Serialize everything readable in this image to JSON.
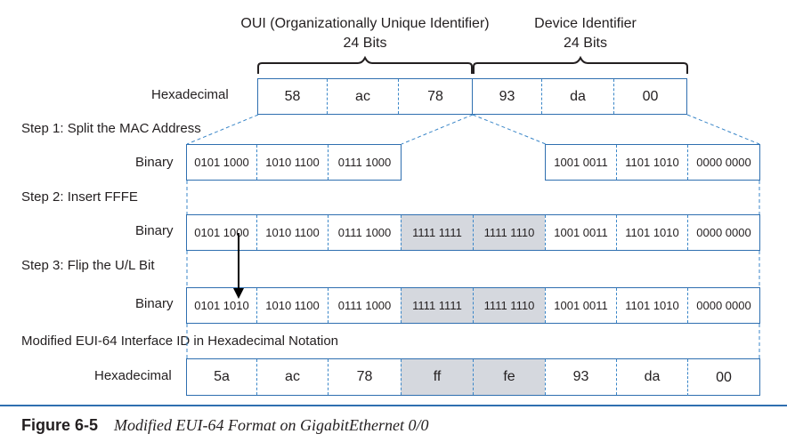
{
  "header": {
    "oui_title": "OUI (Organizationally Unique Identifier)",
    "oui_bits": "24 Bits",
    "device_title": "Device Identifier",
    "device_bits": "24 Bits"
  },
  "rows": {
    "hex_label": "Hexadecimal",
    "hex_values": [
      "58",
      "ac",
      "78",
      "93",
      "da",
      "00"
    ],
    "step1": "Step 1: Split the MAC Address",
    "binary_label": "Binary",
    "split_left": [
      "0101 1000",
      "1010 1100",
      "0111 1000"
    ],
    "split_right": [
      "1001 0011",
      "1101 1010",
      "0000 0000"
    ],
    "step2": "Step 2: Insert FFFE",
    "insert_row": [
      "0101 1000",
      "1010 1100",
      "0111 1000",
      "1111 1111",
      "1111 1110",
      "1001 0011",
      "1101 1010",
      "0000 0000"
    ],
    "step3": "Step 3: Flip the U/L Bit",
    "flip_row": [
      "0101 1010",
      "1010 1100",
      "0111 1000",
      "1111 1111",
      "1111 1110",
      "1001 0011",
      "1101 1010",
      "0000 0000"
    ],
    "result_title": "Modified EUI-64 Interface ID in Hexadecimal Notation",
    "result_hex": [
      "5a",
      "ac",
      "78",
      "ff",
      "fe",
      "93",
      "da",
      "00"
    ]
  },
  "caption": {
    "figure": "Figure 6-5",
    "title": "Modified EUI-64 Format on GigabitEthernet 0/0"
  },
  "colors": {
    "border": "#2f6fb0",
    "dashed": "#3a86c8",
    "inserted_fill": "#d5d8de"
  }
}
